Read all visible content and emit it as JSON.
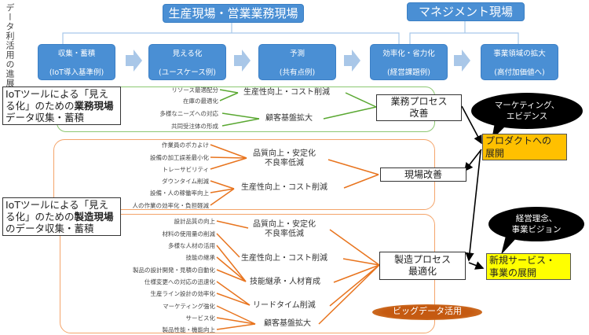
{
  "side_label": "データ利活用の進展",
  "headers": {
    "field": "生産現場・営業業務現場",
    "management": "マネジメント現場"
  },
  "stages": [
    {
      "title": "収集・蓄積",
      "sub": "(IoT導入基準例)"
    },
    {
      "title": "見える化",
      "sub": "(ユースケース例)"
    },
    {
      "title": "予測",
      "sub": "(共有点例)"
    },
    {
      "title": "効率化・省力化",
      "sub": "(経営課題例)"
    },
    {
      "title": "事業領域の拡大",
      "sub": "(高付加価値へ)"
    }
  ],
  "business": {
    "note_pre": "IoTツールによる「見える化」のための",
    "note_bold": "業務現場",
    "note_post": "データ収集・蓄積",
    "items": [
      "リソース最適配分",
      "在庫の最適化",
      "多様なニーズへの対応",
      "共同受注体の形成"
    ],
    "mids": [
      "生産性向上・コスト削減",
      "顧客基盤拡大"
    ],
    "process_line1": "業務プロセス",
    "process_line2": "改善"
  },
  "site": {
    "items": [
      "作業員のポカよけ",
      "設備の加工誤差最小化",
      "トレーサビリティ",
      "ダウンタイム削減",
      "設備・人の稼働率向上",
      "人の作業の効率化・負担軽減"
    ],
    "mid1_line1": "品質向上・安定化",
    "mid1_line2": "不良率低減",
    "mid2": "生産性向上・コスト削減",
    "process": "現場改善"
  },
  "manufacturing": {
    "note_pre": "IoTツールによる「見える化」のための",
    "note_bold": "製造現場",
    "note_post": "のデータ収集・蓄積",
    "items": [
      "設計品質の向上",
      "材料の使用量の削減",
      "多様な人材の活用",
      "技能の継承",
      "製品の設計開発・見積の自動化",
      "仕様変更への対応の迅速化",
      "生産ライン設計の効率化",
      "マーケティング強化",
      "サービス化",
      "製品性能・機能向上"
    ],
    "mid_quality_line1": "品質向上・安定化",
    "mid_quality_line2": "不良率低減",
    "mids": [
      "生産性向上・コスト削減",
      "技能継承・人材育成",
      "リードタイム削減",
      "顧客基盤拡大"
    ],
    "process_line1": "製造プロセス",
    "process_line2": "最適化",
    "bigdata": "ビッグデータ活用"
  },
  "outcomes": {
    "product_line1": "プロダクトへの",
    "product_line2": "展開",
    "product_bubble_line1": "マーケティング、",
    "product_bubble_line2": "エビデンス",
    "service_line1": "新規サービス・",
    "service_line2": "事業の展開",
    "service_bubble_line1": "経営理念、",
    "service_bubble_line2": "事業ビジョン"
  },
  "colors": {
    "stage_blue": "#4a8fd4",
    "business_green": "#5aa832",
    "manufacturing_orange": "#e8741e",
    "product_fill": "#ffc000",
    "service_fill": "#ffff00",
    "bigdata_fill": "#c55a11"
  }
}
